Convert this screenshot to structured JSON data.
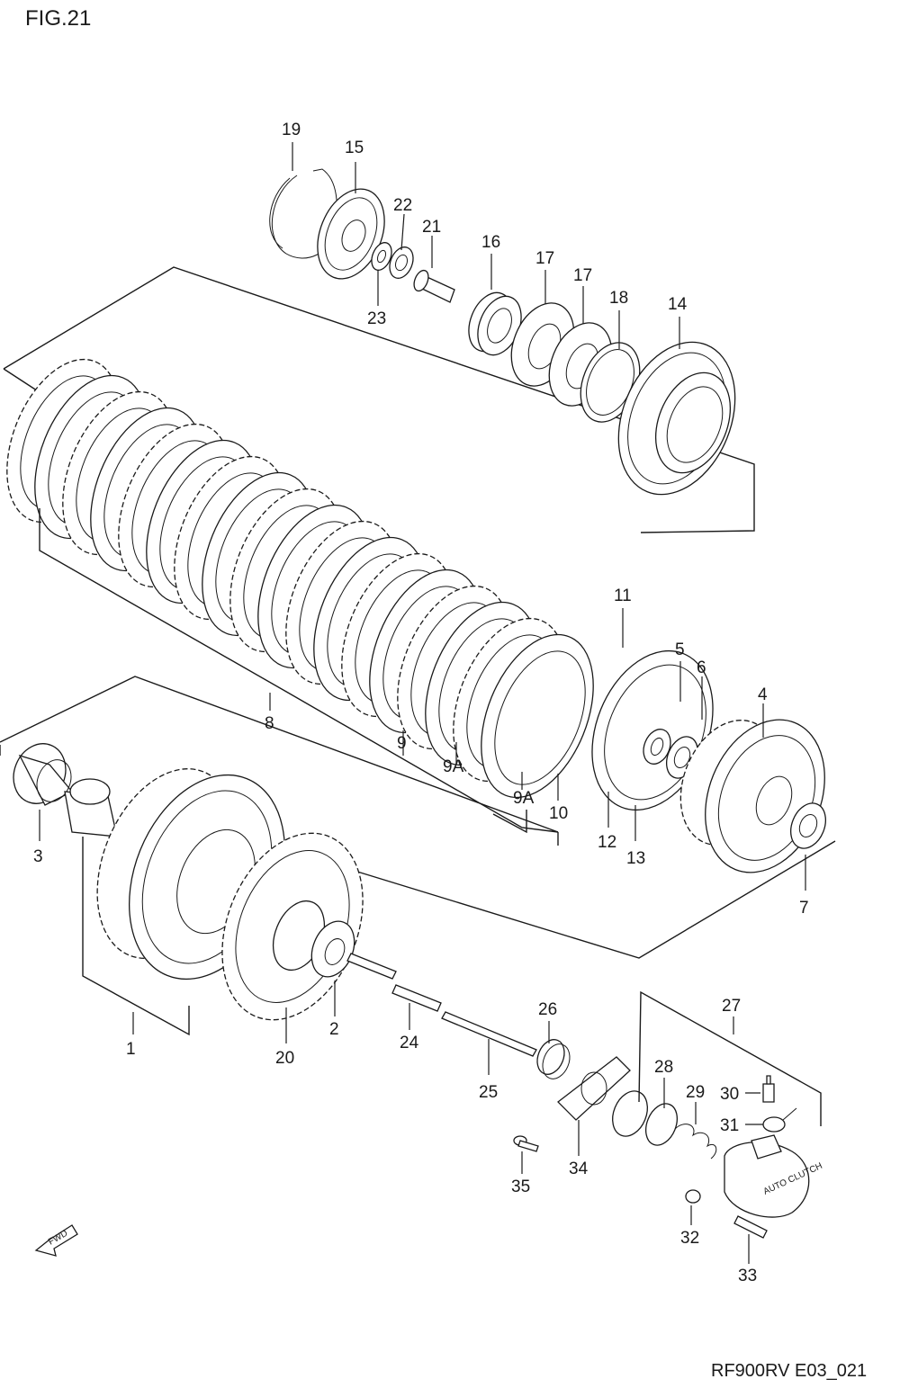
{
  "figure": {
    "title": "FIG.21",
    "code": "RF900RV E03_021",
    "fwd_label": "FWD"
  },
  "parts": [
    {
      "ref": "1"
    },
    {
      "ref": "2"
    },
    {
      "ref": "3"
    },
    {
      "ref": "4"
    },
    {
      "ref": "5"
    },
    {
      "ref": "6"
    },
    {
      "ref": "7"
    },
    {
      "ref": "8"
    },
    {
      "ref": "9"
    },
    {
      "ref": "9A"
    },
    {
      "ref": "9A"
    },
    {
      "ref": "10"
    },
    {
      "ref": "11"
    },
    {
      "ref": "12"
    },
    {
      "ref": "13"
    },
    {
      "ref": "14"
    },
    {
      "ref": "15"
    },
    {
      "ref": "16"
    },
    {
      "ref": "17"
    },
    {
      "ref": "17"
    },
    {
      "ref": "18"
    },
    {
      "ref": "19"
    },
    {
      "ref": "20"
    },
    {
      "ref": "21"
    },
    {
      "ref": "22"
    },
    {
      "ref": "23"
    },
    {
      "ref": "24"
    },
    {
      "ref": "25"
    },
    {
      "ref": "26"
    },
    {
      "ref": "27"
    },
    {
      "ref": "28"
    },
    {
      "ref": "29"
    },
    {
      "ref": "30"
    },
    {
      "ref": "31"
    },
    {
      "ref": "32"
    },
    {
      "ref": "33"
    },
    {
      "ref": "34"
    },
    {
      "ref": "35"
    }
  ],
  "stamp": {
    "text": "AUTO CLUTCH"
  }
}
